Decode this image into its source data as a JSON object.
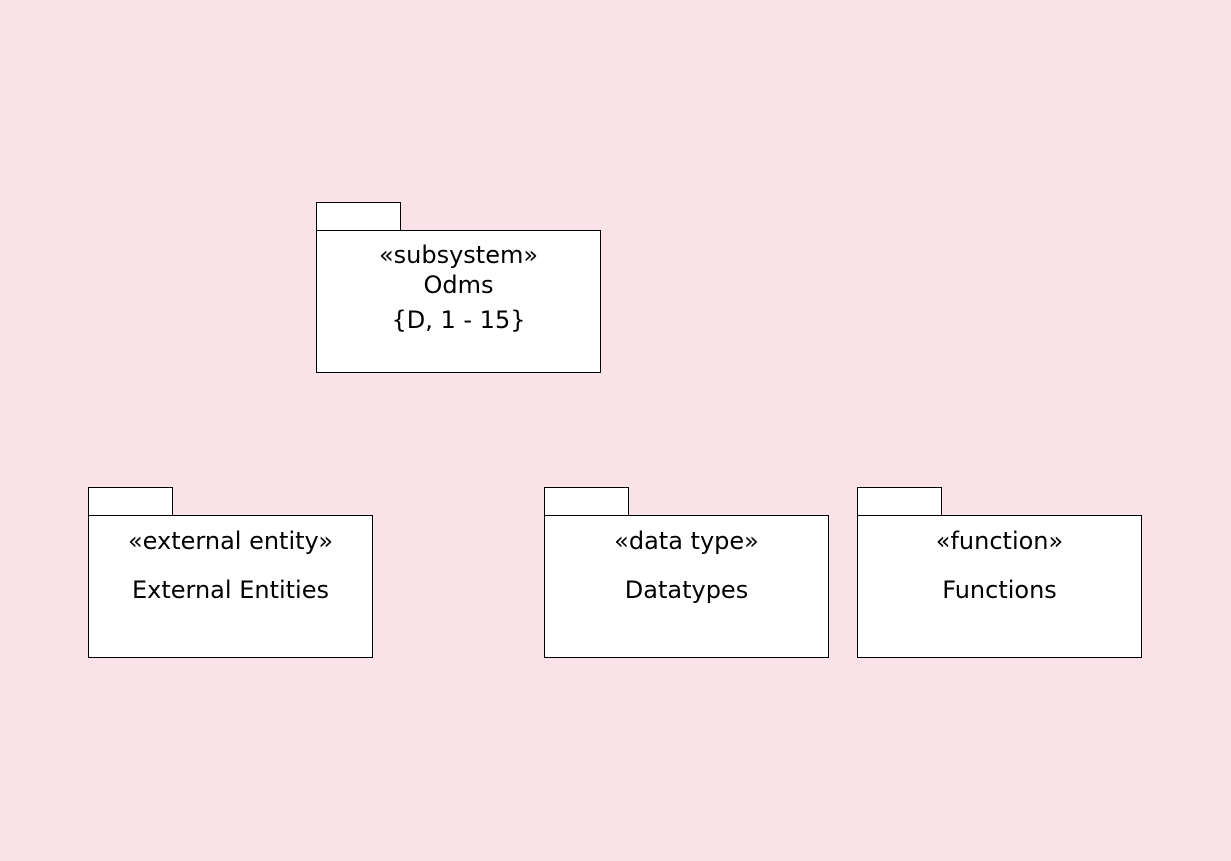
{
  "packages": {
    "odms": {
      "stereotype": "«subsystem»",
      "name": "Odms",
      "constraint": "{D, 1 - 15}"
    },
    "external_entities": {
      "stereotype": "«external entity»",
      "name": "External Entities"
    },
    "datatypes": {
      "stereotype": "«data type»",
      "name": "Datatypes"
    },
    "functions": {
      "stereotype": "«function»",
      "name": "Functions"
    }
  },
  "colors": {
    "background": "#f9e2e8",
    "package_fill": "#ffffff",
    "stroke": "#000000"
  }
}
